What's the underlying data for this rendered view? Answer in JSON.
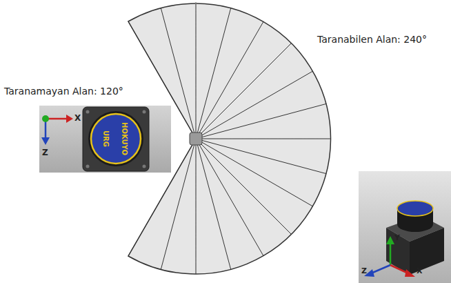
{
  "diagram": {
    "labels": [
      "Taranamayan Alan: 120°",
      "Taranabilen Alan: 240°",
      "X",
      "Z",
      "HOKUYO",
      "URG",
      "Y",
      "Z",
      "X"
    ]
  }
}
